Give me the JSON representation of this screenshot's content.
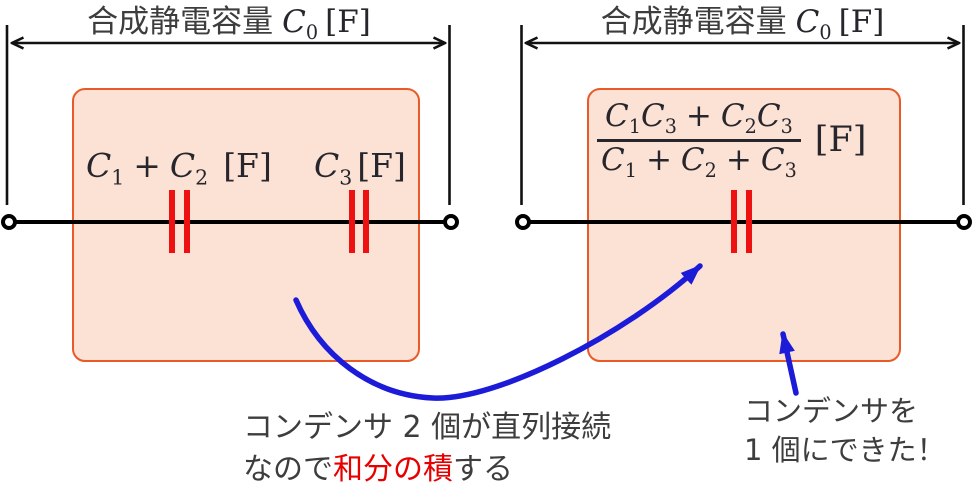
{
  "colors": {
    "box_fill": "#fce1d5",
    "box_border": "#e95a28",
    "capacitor_red": "#ee1111",
    "arrow_blue": "#1b1bd8",
    "text_dark": "#3d3d3d",
    "math_dark": "#26262c",
    "highlight_red": "#e80000",
    "wire_black": "#000000"
  },
  "left_panel": {
    "title_jp": "合成静電容量",
    "title_sym": "C",
    "title_sub": "0",
    "title_unit": "[F]",
    "label_series": {
      "t1": "C",
      "s1": "1",
      "op": "+",
      "t2": "C",
      "s2": "2",
      "unit": "[F]"
    },
    "label_c3": {
      "t": "C",
      "s": "3",
      "unit": "[F]"
    }
  },
  "right_panel": {
    "title_jp": "合成静電容量",
    "title_sym": "C",
    "title_sub": "0",
    "title_unit": "[F]",
    "formula": {
      "n_t1": "C",
      "n_s1": "1",
      "n_t2": "C",
      "n_s2": "3",
      "n_op": "+",
      "n_t3": "C",
      "n_s3": "2",
      "n_t4": "C",
      "n_s4": "3",
      "d_t1": "C",
      "d_s1": "1",
      "d_op1": "+",
      "d_t2": "C",
      "d_s2": "2",
      "d_op2": "+",
      "d_t3": "C",
      "d_s3": "3",
      "unit": "[F]"
    }
  },
  "notes": {
    "series_line1": "コンデンサ 2 個が直列接続",
    "series_line2_pre": "なので",
    "series_line2_red": "和分の積",
    "series_line2_post": "する",
    "result_line1": "コンデンサを",
    "result_line2": "1 個にできた！"
  }
}
